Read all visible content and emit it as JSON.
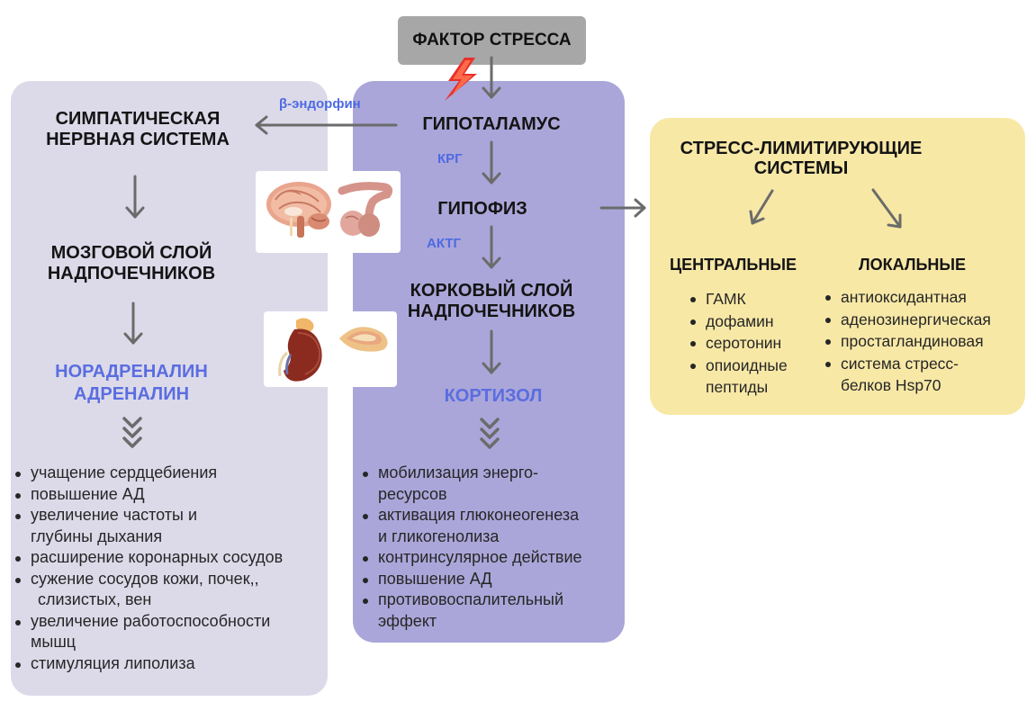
{
  "stress_factor": "ФАКТОР СТРЕССА",
  "left": {
    "title_line1": "СИМПАТИЧЕСКАЯ",
    "title_line2": "НЕРВНАЯ СИСТЕМА",
    "medulla_line1": "МОЗГОВОЙ СЛОЙ",
    "medulla_line2": "НАДПОЧЕЧНИКОВ",
    "hormone1": "НОРАДРЕНАЛИН",
    "hormone2": "АДРЕНАЛИН",
    "effects": [
      {
        "text": "учащение сердцебиения",
        "cont": ""
      },
      {
        "text": "повышение АД",
        "cont": ""
      },
      {
        "text": "увеличение частоты и",
        "cont": "глубины дыхания"
      },
      {
        "text": "расширение коронарных сосудов",
        "cont": ""
      },
      {
        "text": "сужение сосудов кожи,  почек,,",
        "cont": "слизистых, вен"
      },
      {
        "text": "увеличение работоспособности",
        "cont": "мышц"
      },
      {
        "text": "стимуляция липолиза",
        "cont": ""
      }
    ]
  },
  "middle": {
    "beta_endorphin": "β-эндорфин",
    "hypothalamus": "ГИПОТАЛАМУС",
    "crh": "КРГ",
    "pituitary": "ГИПОФИЗ",
    "acth": "АКТГ",
    "cortex_line1": "КОРКОВЫЙ СЛОЙ",
    "cortex_line2": "НАДПОЧЕЧНИКОВ",
    "cortisol": "КОРТИЗОЛ",
    "effects": [
      {
        "text": "мобилизация энерго-",
        "cont": "ресурсов"
      },
      {
        "text": "активация глюконеогенеза",
        "cont": "и гликогенолиза"
      },
      {
        "text": "контринсулярное действие",
        "cont": ""
      },
      {
        "text": "повышение АД",
        "cont": ""
      },
      {
        "text": "противовоспалительный",
        "cont": "эффект"
      }
    ]
  },
  "right": {
    "title_line1": "СТРЕСС-ЛИМИТИРУЮЩИЕ",
    "title_line2": "СИСТЕМЫ",
    "central_title": "ЦЕНТРАЛЬНЫЕ",
    "central_items": [
      {
        "text": "ГАМК",
        "cont": ""
      },
      {
        "text": "дофамин",
        "cont": ""
      },
      {
        "text": "серотонин",
        "cont": ""
      },
      {
        "text": "опиоидные",
        "cont": "пептиды"
      }
    ],
    "local_title": "ЛОКАЛЬНЫЕ",
    "local_items": [
      {
        "text": "антиоксидантная",
        "cont": ""
      },
      {
        "text": "аденозинергическая",
        "cont": ""
      },
      {
        "text": "простагландиновая",
        "cont": ""
      },
      {
        "text": "система стресс-",
        "cont": "белков Hsp70"
      }
    ]
  },
  "icons": {
    "lightning": "lightning-icon",
    "brain": "brain-icon",
    "pituitary": "pituitary-gland-icon",
    "kidney": "kidney-adrenal-icon",
    "adrenal_section": "adrenal-section-icon"
  },
  "colors": {
    "left_panel": "#dcdae9",
    "middle_panel": "#aba6d9",
    "right_panel": "#f8e8a6",
    "stress_box": "#a7a7a7",
    "blue_text": "#5a6de0",
    "arrow": "#6b6b6b",
    "lightning": "#e8302a"
  }
}
